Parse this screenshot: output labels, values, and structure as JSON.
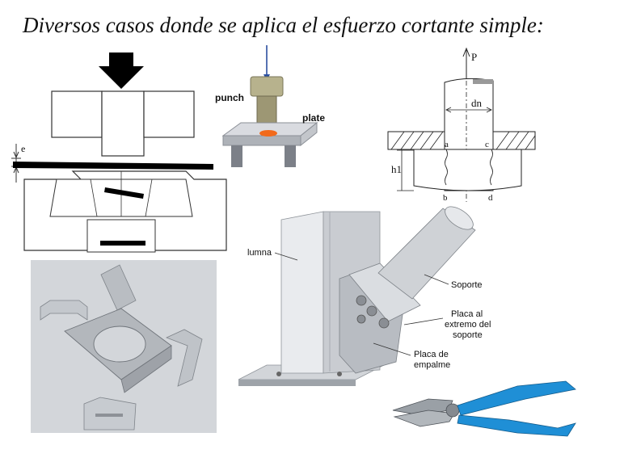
{
  "title": "Diversos casos donde se aplica el esfuerzo cortante simple:",
  "punch_diagram": {
    "punch_label": "punch",
    "plate_label": "plate"
  },
  "shear_press_diagram": {
    "thickness_label": "e"
  },
  "bolt_shear_diagram": {
    "force_label": "P",
    "diameter_label": "dn",
    "height_label": "h1",
    "points": [
      "a",
      "c",
      "b",
      "d"
    ]
  },
  "column_diagram": {
    "column_label": "lumna",
    "support_label": "Soporte",
    "end_plate_label_line1": "Placa al",
    "end_plate_label_line2": "extremo del",
    "end_plate_label_line3": "soporte",
    "splice_plate_label_line1": "Placa de",
    "splice_plate_label_line2": "empalme"
  },
  "colors": {
    "punch_hole": "#f26a1b",
    "plier_handle": "#1f8fd6",
    "photo_background": "#d3d6da"
  },
  "icons": {
    "metal_brackets_photo": "metal-brackets-photo",
    "pliers": "pliers-icon"
  }
}
